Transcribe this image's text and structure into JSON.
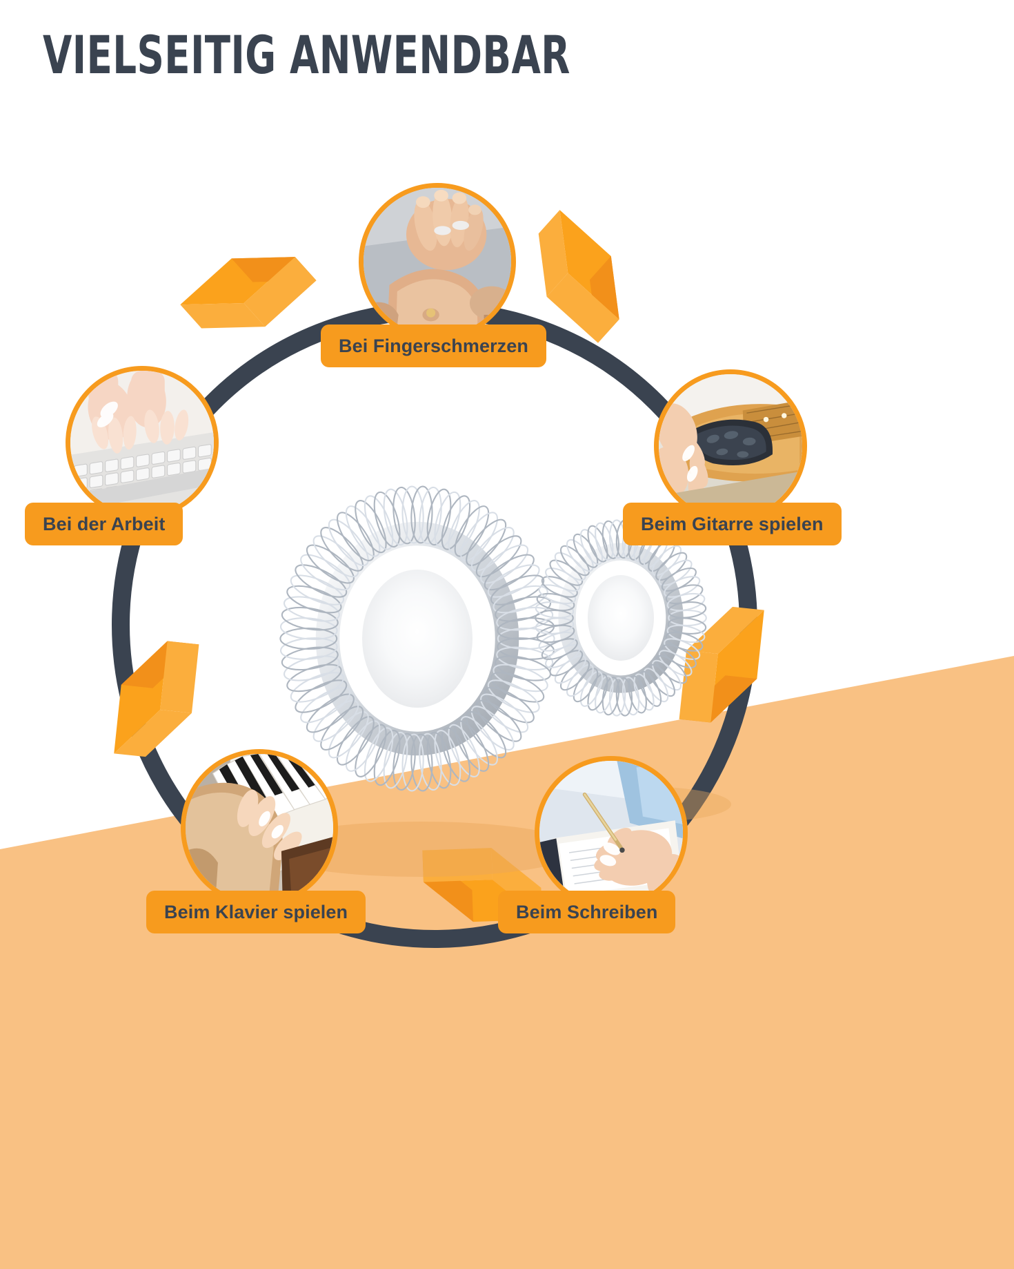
{
  "page": {
    "title": "VIELSEITIG ANWENDBAR",
    "language": "de"
  },
  "colors": {
    "orange": "#F79B1E",
    "orange_light": "#F9C183",
    "orange_bright": "#FBA21C",
    "dark_navy": "#3A4350",
    "white": "#FFFFFF",
    "silver": "#C8CCD2"
  },
  "background": {
    "top_fill": "#FFFFFF",
    "diagonal_fill": "#F9C183",
    "diagonal_description": "light-orange diagonal band covering lower-right half"
  },
  "center_product": {
    "name": "acupressure-spring-rings",
    "description": "Two silver metal acupressure massage spring rings",
    "count": 2
  },
  "cycle": {
    "ring_color": "#3A4350",
    "arrow_color": "#FBA21C",
    "direction": "clockwise",
    "arrow_count": 6,
    "items": [
      {
        "id": "fingerschmerzen",
        "label": "Bei Fingerschmerzen",
        "photo": "hands-holding-painful-wrist",
        "position": "top"
      },
      {
        "id": "gitarre",
        "label": "Beim Gitarre spielen",
        "photo": "hands-playing-electric-guitar",
        "position": "right-top"
      },
      {
        "id": "schreiben",
        "label": "Beim Schreiben",
        "photo": "hand-writing-in-notebook-with-pen",
        "position": "right-bottom"
      },
      {
        "id": "klavier",
        "label": "Beim Klavier spielen",
        "photo": "hands-playing-piano-keys",
        "position": "left-bottom"
      },
      {
        "id": "arbeit",
        "label": "Bei der Arbeit",
        "photo": "hands-typing-on-white-keyboard",
        "position": "left-top"
      }
    ]
  }
}
